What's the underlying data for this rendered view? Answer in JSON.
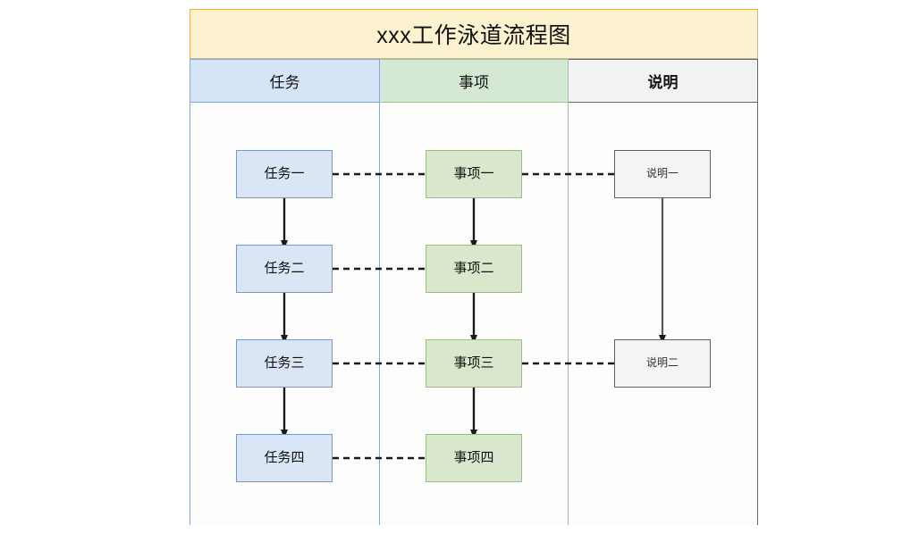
{
  "diagram": {
    "title": "xxx工作泳道流程图",
    "type": "swimlane-flowchart",
    "colors": {
      "title_fill": "#fdf2cf",
      "title_border": "#d6b656",
      "lane_task_header": "#d6e4f7",
      "lane_task_border": "#8fa8c8",
      "lane_item_header": "#d5e8d4",
      "lane_item_border": "#a3bf95",
      "lane_note_header": "#f2f2f2",
      "lane_note_border": "#666666",
      "node_blue_fill": "#dae5f5",
      "node_green_fill": "#d9e8cd",
      "node_gray_fill": "#f4f4f4",
      "connector": "#1a1a1a"
    },
    "lanes": [
      {
        "id": "task",
        "header": "任务",
        "nodes": [
          {
            "id": "task-1",
            "label": "任务一"
          },
          {
            "id": "task-2",
            "label": "任务二"
          },
          {
            "id": "task-3",
            "label": "任务三"
          },
          {
            "id": "task-4",
            "label": "任务四"
          }
        ]
      },
      {
        "id": "item",
        "header": "事项",
        "nodes": [
          {
            "id": "item-1",
            "label": "事项一"
          },
          {
            "id": "item-2",
            "label": "事项二"
          },
          {
            "id": "item-3",
            "label": "事项三"
          },
          {
            "id": "item-4",
            "label": "事项四"
          }
        ]
      },
      {
        "id": "note",
        "header": "说明",
        "nodes": [
          {
            "id": "note-1",
            "label": "说明一"
          },
          {
            "id": "note-2",
            "label": "说明二"
          }
        ]
      }
    ],
    "connectors": {
      "vertical_solid_arrows": [
        "task-1 -> task-2",
        "task-2 -> task-3",
        "task-3 -> task-4",
        "item-1 -> item-2",
        "item-2 -> item-3",
        "item-3 -> item-4",
        "note-1 -> note-2"
      ],
      "horizontal_dashed": [
        "task-1 -- item-1",
        "item-1 -- note-1",
        "task-2 -- item-2",
        "task-3 -- item-3",
        "item-3 -- note-2",
        "task-4 -- item-4"
      ]
    }
  }
}
